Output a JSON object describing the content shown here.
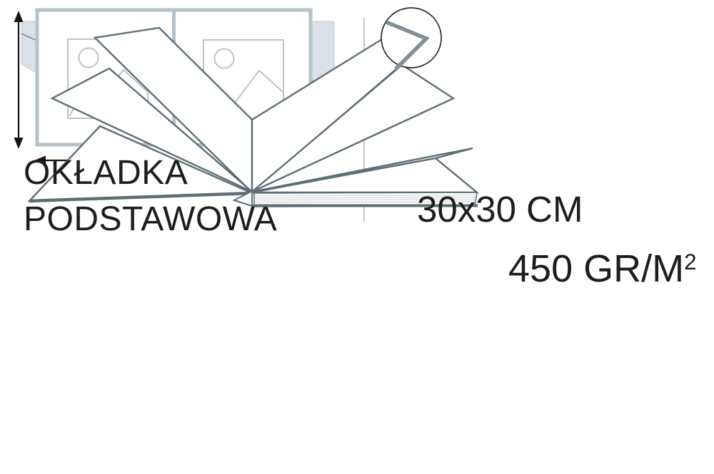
{
  "title": {
    "line1": "OKŁADKA",
    "line2": "PODSTAWOWA"
  },
  "spread": {
    "dimension_label": "30x30 CM"
  },
  "paper": {
    "weight_value": "450 GR/M",
    "weight_superscript": "2"
  },
  "colors": {
    "background": "#ffffff",
    "cover_face": "#d9e0e7",
    "cover_edge_strip": "#a8b9c2",
    "cover_groove": "#aab7c0",
    "pages_fill": "#f1f0ee",
    "page_rule_line": "#d9d8d6",
    "panel_border": "#b5c2c9",
    "placeholder_border": "#bcc3c8",
    "fan_stroke": "#5e6f74",
    "magnifier_stroke": "#2b2b2b",
    "paper_edge_highlight": "#7e9094",
    "arrow": "#141414",
    "text": "#1d1d1b",
    "divider": "#c5c8c9"
  }
}
